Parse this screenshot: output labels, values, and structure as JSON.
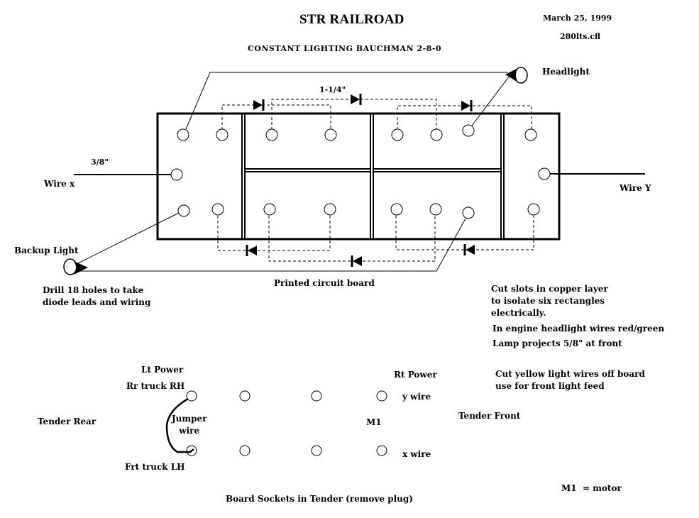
{
  "header": {
    "title": "STR RAILROAD",
    "subtitle": "CONSTANT LIGHTING BAUCHMAN 2-8-0",
    "date": "March 25, 1999",
    "file": "280lts.cfl"
  },
  "board": {
    "headlight_label": "Headlight",
    "backup_light_label": "Backup Light",
    "dimension_top": "1-1/4\"",
    "dimension_wire": "3/8\"",
    "wire_x_label": "Wire x",
    "wire_y_label": "Wire Y",
    "board_label": "Printed circuit board",
    "drill_note": "Drill 18 holes to take\ndiode leads and wiring",
    "slots_note": "Cut slots in copper layer\nto isolate six rectangles\nelectrically.",
    "headlight_wires_note": "In engine headlight wires red/green",
    "lamp_note": "Lamp projects 5/8\" at front",
    "yellow_wires_note": "Cut yellow light wires off board\nuse for front light feed",
    "hole_count": 18,
    "isolated_rectangles": 6,
    "diode_count": 6
  },
  "tender": {
    "lt_power": "Lt Power",
    "rr_truck_rh": "Rr truck RH",
    "frt_truck_lh": "Frt truck LH",
    "rt_power": "Rt Power",
    "y_wire": "y wire",
    "x_wire": "x wire",
    "jumper_wire": "Jumper\nwire",
    "m1": "M1",
    "tender_rear": "Tender Rear",
    "tender_front": "Tender Front",
    "caption": "Board Sockets in Tender (remove plug)",
    "legend": "M1  = motor"
  }
}
